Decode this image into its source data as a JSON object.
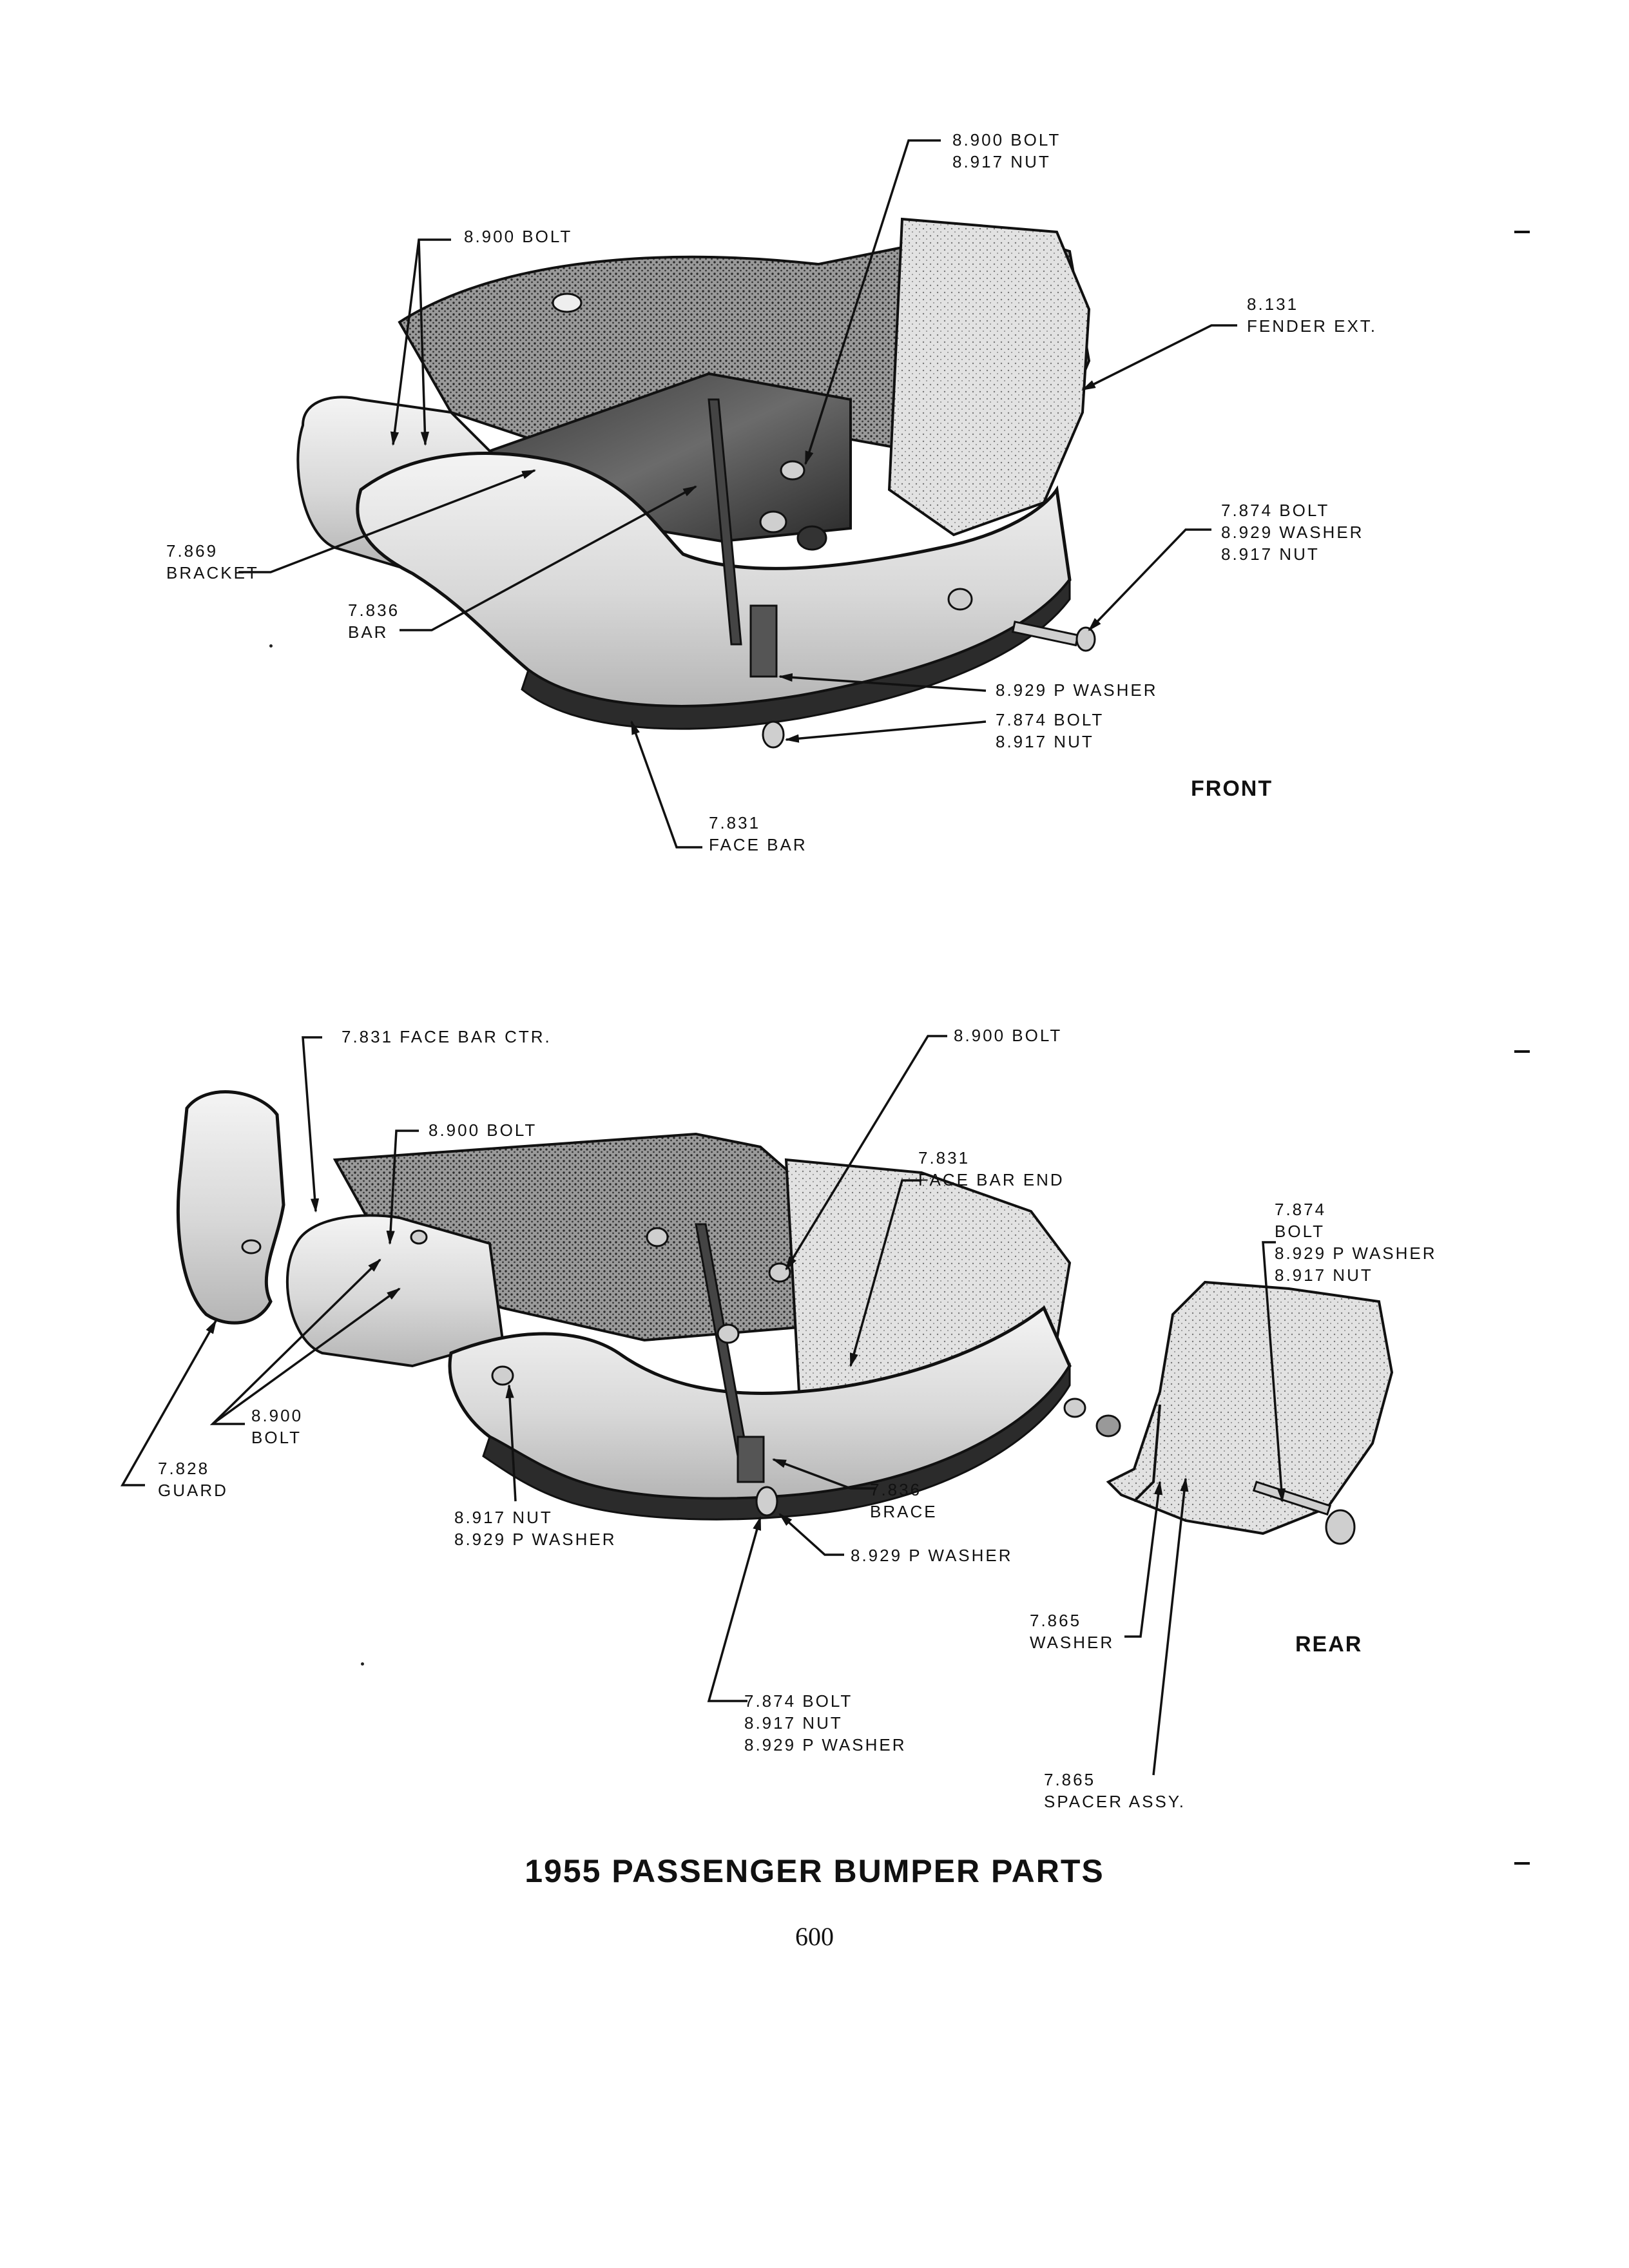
{
  "page": {
    "title": "1955 PASSENGER BUMPER PARTS",
    "page_number": "600"
  },
  "front_view": {
    "heading": "FRONT",
    "callouts": {
      "bolt_nut_top": "8.900 BOLT\n8.917 NUT",
      "bolt_left": "8.900 BOLT",
      "fender_ext": "8.131\nFENDER EXT.",
      "bolt_washer_nut_right": "7.874 BOLT\n8.929 WASHER\n8.917 NUT",
      "bracket": "7.869\nBRACKET",
      "bar": "7.836\nBAR",
      "p_washer": "8.929 P WASHER",
      "bolt_nut_bottom": "7.874 BOLT\n8.917 NUT",
      "face_bar": "7.831\nFACE BAR"
    }
  },
  "rear_view": {
    "heading": "REAR",
    "callouts": {
      "face_bar_ctr": "7.831 FACE BAR CTR.",
      "bolt_top_right": "8.900 BOLT",
      "bolt_center": "8.900 BOLT",
      "face_bar_end": "7.831\nFACE BAR END",
      "bolt_washer_nut_right": "7.874\nBOLT\n8.929 P WASHER\n8.917 NUT",
      "bolt_left": "8.900\nBOLT",
      "guard": "7.828\nGUARD",
      "brace": "7.836\nBRACE",
      "nut_washer": "8.917 NUT\n8.929 P WASHER",
      "p_washer": "8.929 P WASHER",
      "bolt_nut_washer_bottom": "7.874 BOLT\n8.917 NUT\n8.929 P WASHER",
      "washer": "7.865\nWASHER",
      "spacer_assy": "7.865\nSPACER ASSY."
    }
  }
}
